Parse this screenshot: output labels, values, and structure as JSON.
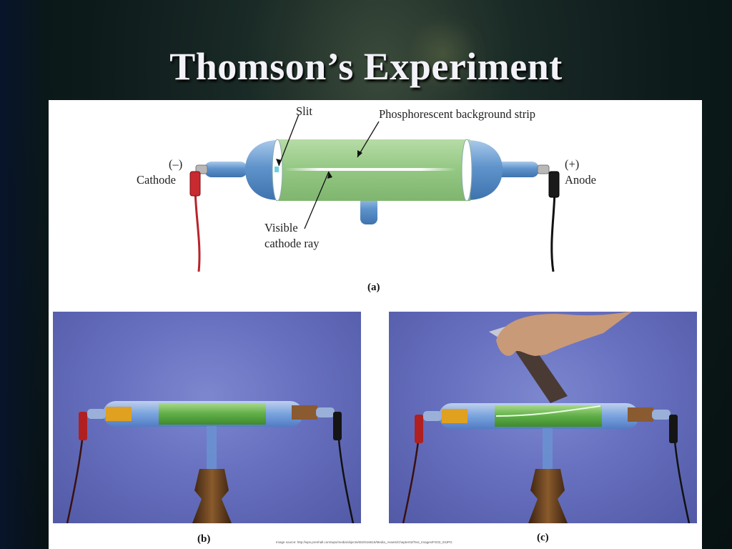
{
  "slide": {
    "title": "Thomson’s Experiment"
  },
  "diagram": {
    "labels": {
      "slit": "Slit",
      "phosphor": "Phosphorescent background strip",
      "minus": "(–)",
      "cathode": "Cathode",
      "plus": "(+)",
      "anode": "Anode",
      "visible1": "Visible",
      "visible2": "cathode ray"
    },
    "caption_a": "(a)"
  },
  "photos": {
    "caption_b": "(b)",
    "caption_c": "(c)"
  },
  "source": "Image source: http://wps.prenhall.com/wps/media/objects/602/616516/Media_Assets/Chapter02/Text_Images/FG02_03JPG",
  "colors": {
    "tube_glass": "#6f9fd0",
    "phosphor_green": "#9acb8a",
    "photo_bg": "#6770bf",
    "wire_red": "#b8242a"
  }
}
